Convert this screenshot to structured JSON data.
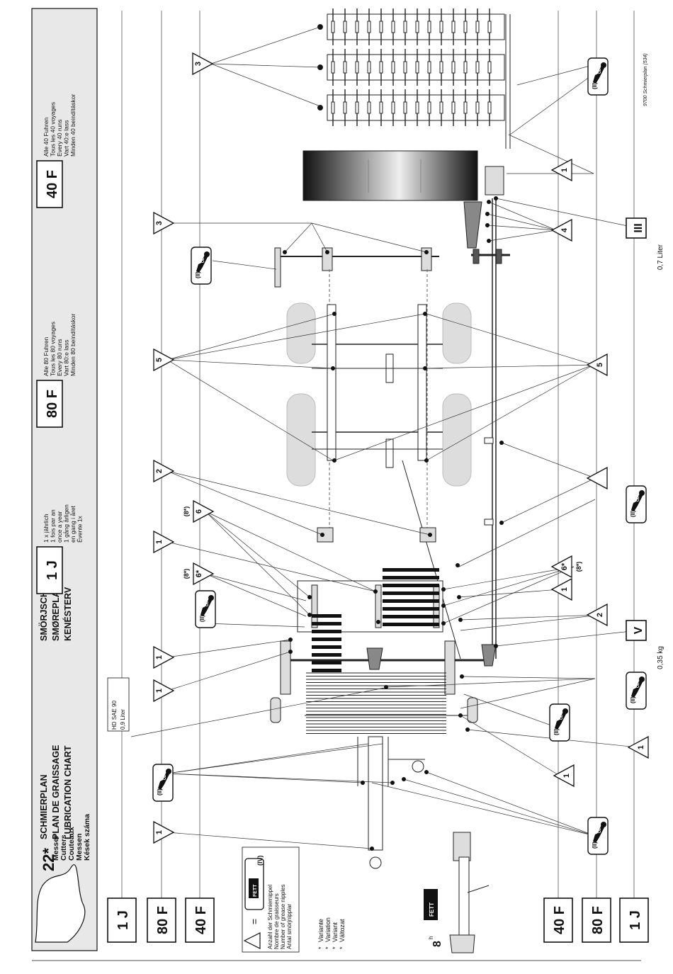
{
  "header": {
    "cutters_count": "22*",
    "cutters_labels": [
      "Messer",
      "Cutters",
      "Couteaux",
      "Messen",
      "Kések száma"
    ],
    "titles_a": [
      "SCHMIERPLAN",
      "PLAN DE GRAISSAGE",
      "LUBRICATION CHART"
    ],
    "titles_b": [
      "SMÖRJSCHEMA",
      "SMØREPLAN",
      "KENÉSTERV"
    ],
    "intervals": [
      {
        "code": "1 J",
        "lines": [
          "1 x jährlich",
          "1 fois par an",
          "once a year",
          "1 gång årligen",
          "en gang i året",
          "Évente 1x"
        ]
      },
      {
        "code": "80 F",
        "lines": [
          "Alle 80 Fuhren",
          "Tous les 80 voyages",
          "Every 80 runs",
          "Vart 80:e lass",
          "Minden 80 beindításkor"
        ]
      },
      {
        "code": "40 F",
        "lines": [
          "Alle 40 Fuhren",
          "Tous les 40 voyages",
          "Every 40 runs",
          "Vart 40:e lass",
          "Minden 40 beindításkor"
        ]
      }
    ]
  },
  "row_labels_left": [
    "1 J",
    "80 F",
    "40 F"
  ],
  "row_labels_right": [
    "40 F",
    "80 F",
    "1 J"
  ],
  "legend": {
    "equals": "=",
    "gun_label": "FETT",
    "gun_variant": "(IV)",
    "lines": [
      "Anzahl der Schmiernippel",
      "Nombre de graisseurs",
      "Number of grease nipples",
      "Antal smörjnipplar"
    ]
  },
  "variant_lines": [
    "Variante",
    "Variation",
    "Variant",
    "Változat"
  ],
  "variant_marker": "*",
  "hours": {
    "value": "8",
    "unit": "h",
    "gun_label": "FETT"
  },
  "oil_top": {
    "grade": "HD SAE 90",
    "amount": "0,9 Liter"
  },
  "grease_gun_label": "(II)",
  "grease_gun_bottle": "ÖL",
  "triangles_top": [
    {
      "n": "3"
    },
    {
      "n": "3"
    },
    {
      "n": "5"
    },
    {
      "n": "2",
      "pre": ""
    },
    {
      "n": "6",
      "pre": "(8*)"
    },
    {
      "n": "1"
    },
    {
      "n": "6*",
      "pre": "(8*)"
    },
    {
      "n": "1"
    },
    {
      "n": "1"
    },
    {
      "n": "1"
    }
  ],
  "triangles_bottom": [
    {
      "n": "1"
    },
    {
      "n": "4"
    },
    {
      "n": "5"
    },
    {
      "n": ""
    },
    {
      "n": "6*",
      "post": "(8*)"
    },
    {
      "n": "1"
    },
    {
      "n": "2"
    },
    {
      "n": "1"
    },
    {
      "n": "1"
    }
  ],
  "box_III": {
    "label": "III",
    "amount": "0,7 Liter"
  },
  "box_V": {
    "label": "V",
    "amount": "0,35 kg"
  },
  "doc_ref": "9700 Schmierplan (534)"
}
